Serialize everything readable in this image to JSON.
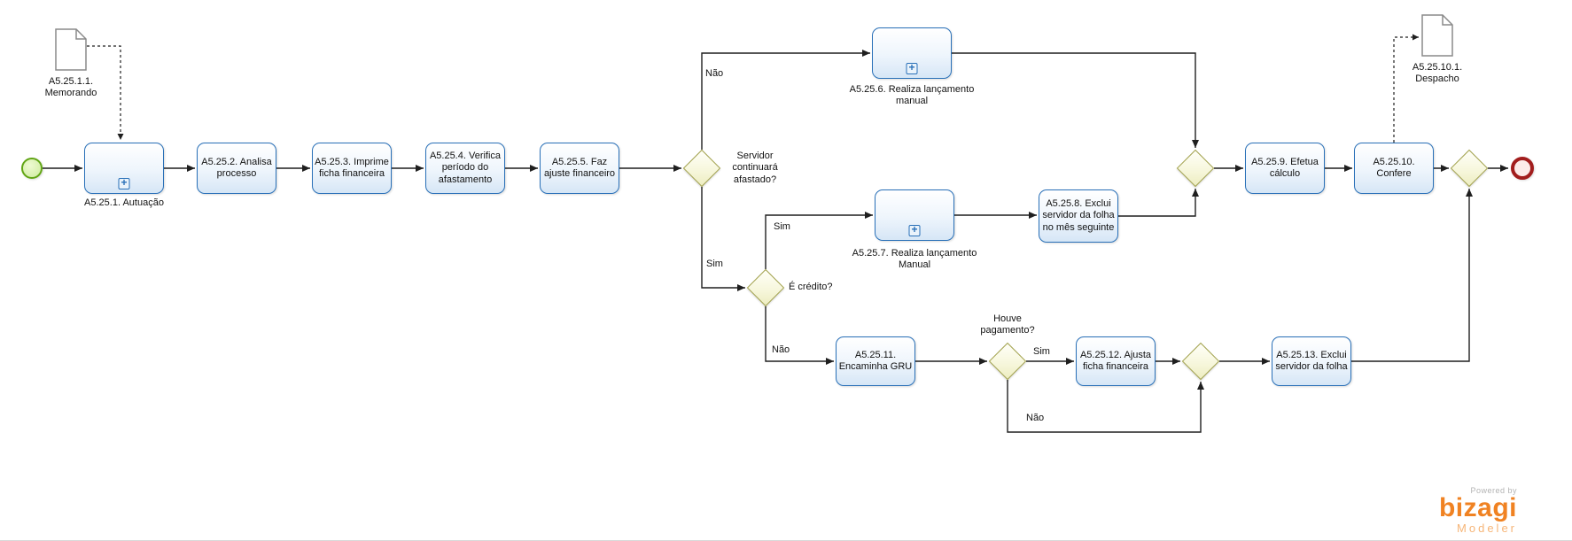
{
  "icons": {
    "subprocess_plus": "+"
  },
  "documents": {
    "memorando": {
      "label": "A5.25.1.1. Memorando"
    },
    "despacho": {
      "label": "A5.25.10.1. Despacho"
    }
  },
  "tasks": {
    "t1": {
      "label": "A5.25.1. Autuação"
    },
    "t2": {
      "label": "A5.25.2. Analisa processo"
    },
    "t3": {
      "label": "A5.25.3. Imprime ficha financeira"
    },
    "t4": {
      "label": "A5.25.4. Verifica período do afastamento"
    },
    "t5": {
      "label": "A5.25.5. Faz ajuste financeiro"
    },
    "t6": {
      "label": "A5.25.6. Realiza lançamento manual"
    },
    "t7": {
      "label": "A5.25.7. Realiza lançamento Manual"
    },
    "t8": {
      "label": "A5.25.8. Exclui servidor da folha no mês seguinte"
    },
    "t9": {
      "label": "A5.25.9. Efetua cálculo"
    },
    "t10": {
      "label": "A5.25.10. Confere"
    },
    "t11": {
      "label": "A5.25.11. Encaminha GRU"
    },
    "t12": {
      "label": "A5.25.12. Ajusta ficha financeira"
    },
    "t13": {
      "label": "A5.25.13. Exclui servidor da folha"
    }
  },
  "gateways": {
    "servidor_afastado": {
      "label": "Servidor continuará afastado?"
    },
    "e_credito": {
      "label": "É crédito?"
    },
    "houve_pagamento": {
      "label": "Houve pagamento?"
    }
  },
  "edge_labels": {
    "nao_afastado": "Não",
    "sim_afastado": "Sim",
    "sim_credito": "Sim",
    "nao_credito": "Não",
    "sim_pagamento": "Sim",
    "nao_pagamento": "Não"
  },
  "branding": {
    "powered_by": "Powered by",
    "brand": "bizagi",
    "product": "Modeler"
  }
}
